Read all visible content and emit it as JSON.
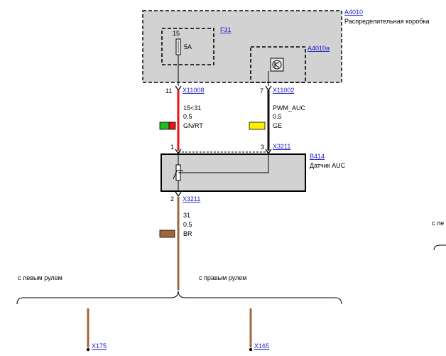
{
  "components": {
    "a4010": {
      "ref": "A4010",
      "name": "Распределительная коробка"
    },
    "f31": {
      "ref": "F31",
      "pin": "15",
      "rating": "5A"
    },
    "a4010a": {
      "ref": "A4010a"
    },
    "b414": {
      "ref": "B414",
      "name": "Датчик AUC"
    }
  },
  "connectors": {
    "x11008": {
      "ref": "X11008",
      "pin": "11"
    },
    "x11002": {
      "ref": "X11002",
      "pin": "7"
    },
    "x3211_pin1": {
      "pin": "1"
    },
    "x3211_pin3": {
      "ref": "X3211",
      "pin": "3"
    },
    "x3211_pin2": {
      "ref": "X3211",
      "pin": "2"
    },
    "x175": {
      "ref": "X175"
    },
    "x165": {
      "ref": "X165"
    }
  },
  "wires": {
    "left_upper": {
      "signal": "15<31",
      "gauge": "0.5",
      "color_code": "GN/RT",
      "colors": [
        "#22bb22",
        "#ee1111"
      ],
      "line_color": "#ee1111"
    },
    "right_upper": {
      "signal": "PWM_AUC",
      "gauge": "0.5",
      "color_code": "GE",
      "colors": [
        "#ffee00"
      ],
      "line_color": "#111111"
    },
    "lower": {
      "signal": "31",
      "gauge": "0.5",
      "color_code": "BR",
      "colors": [
        "#a0683a"
      ],
      "line_color": "#a0683a"
    }
  },
  "variants": {
    "left": "с левым рулем",
    "right": "с правым рулем",
    "offpage": "с ле"
  }
}
